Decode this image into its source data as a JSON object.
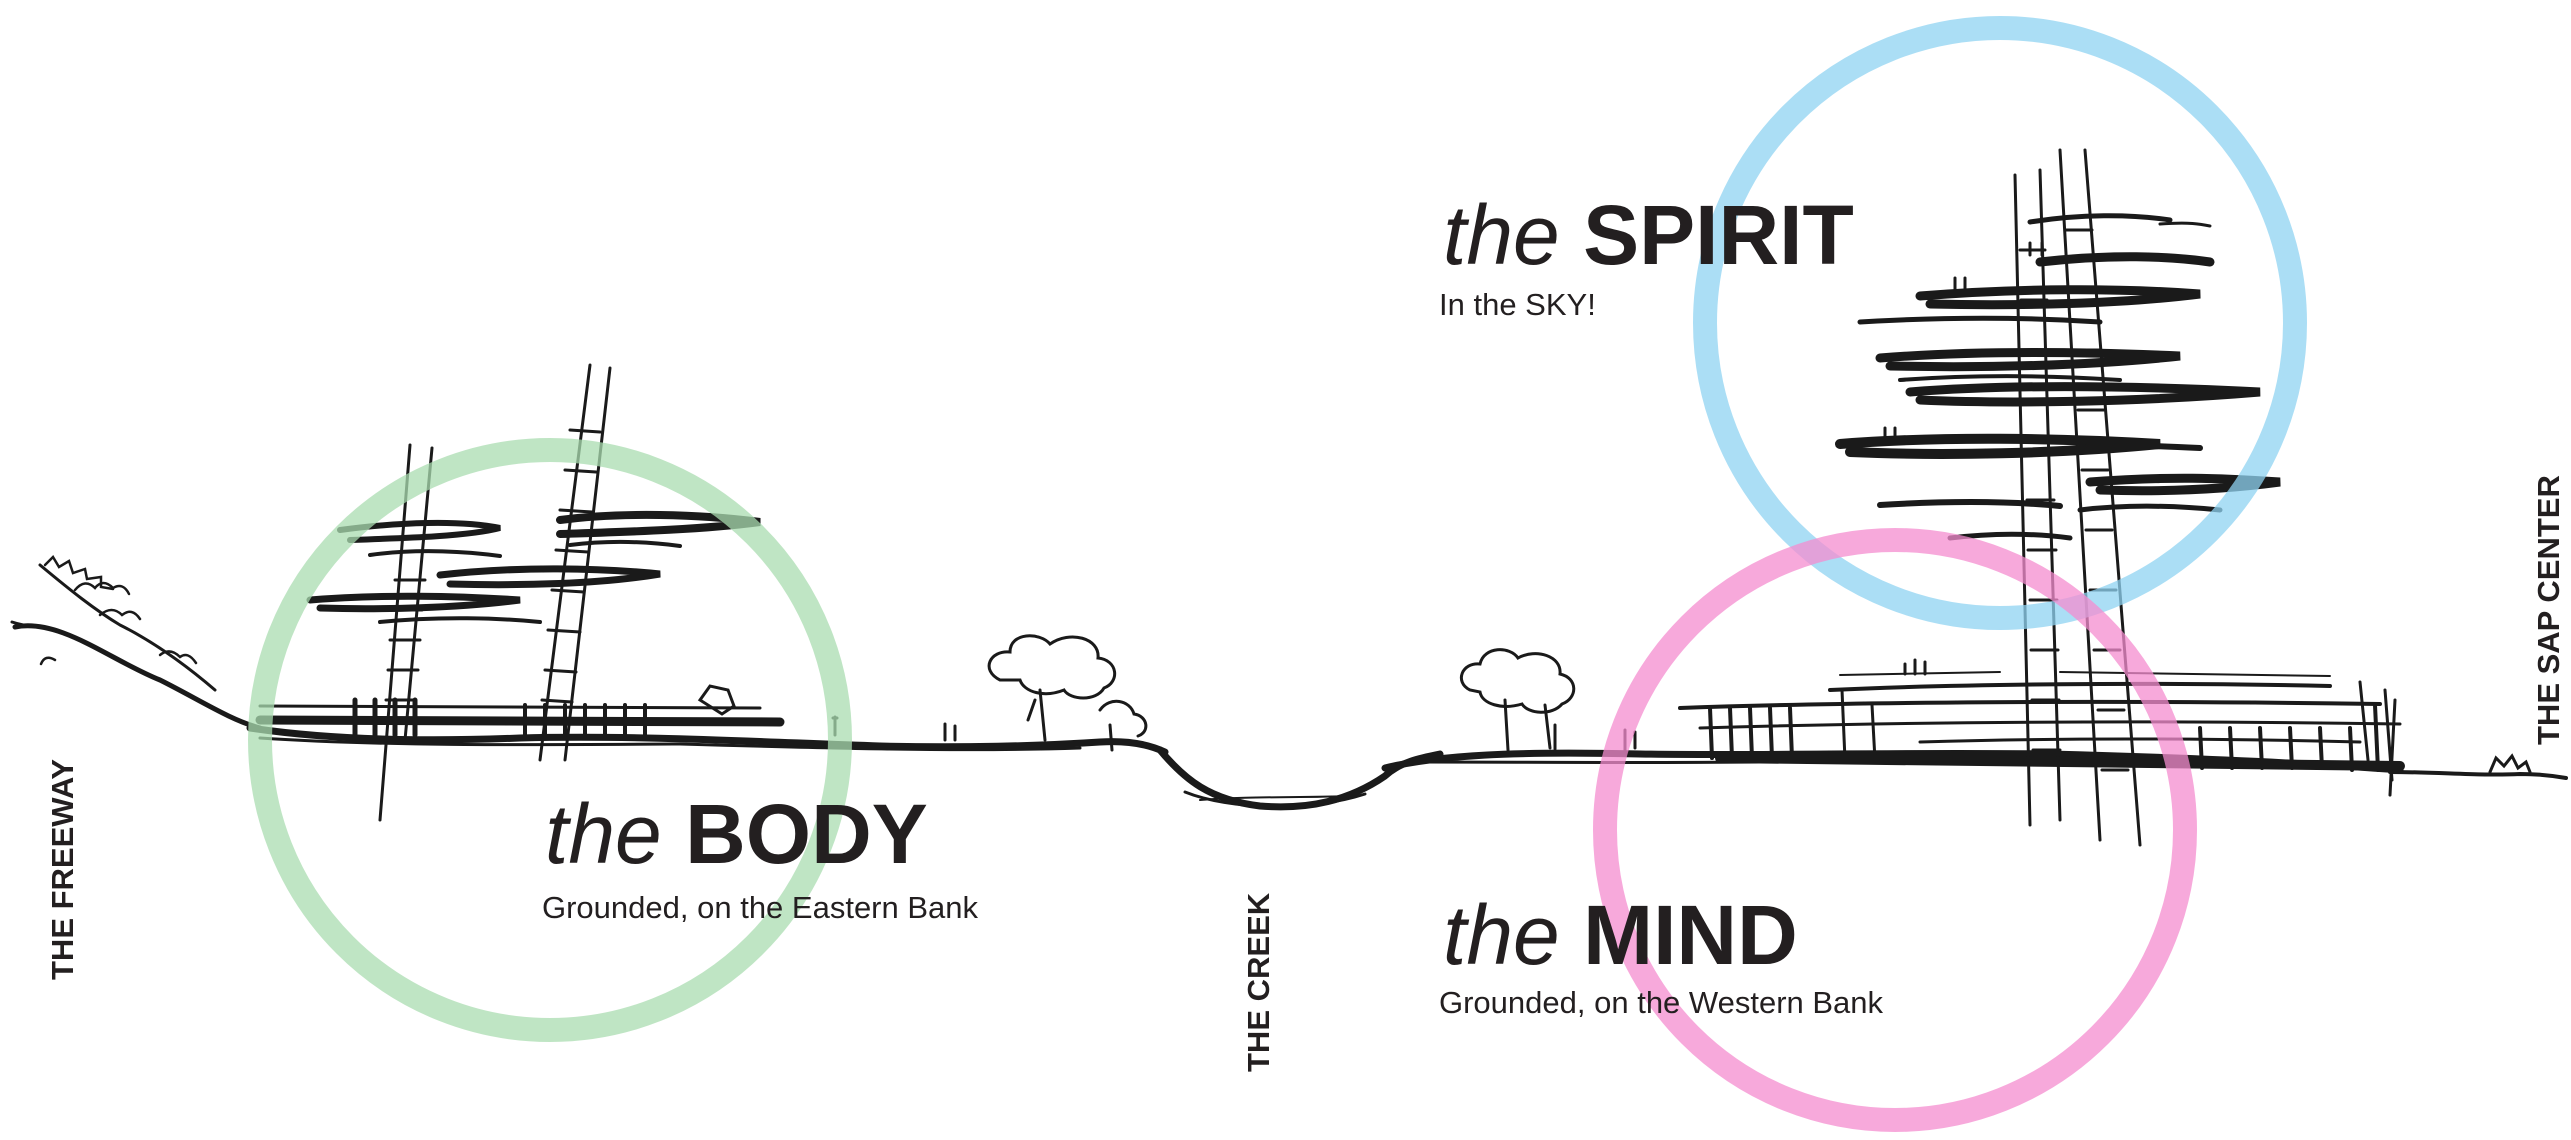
{
  "zones": {
    "body": {
      "article": "the",
      "word": "BODY",
      "subtitle": "Grounded, on the Eastern Bank"
    },
    "spirit": {
      "article": "the",
      "word": "SPIRIT",
      "subtitle": "In the SKY!"
    },
    "mind": {
      "article": "the",
      "word": "MIND",
      "subtitle": "Grounded, on the Western Bank"
    }
  },
  "landmarks": {
    "freeway": "THE FREEWAY",
    "creek": "THE CREEK",
    "sap_center": "THE SAP CENTER"
  },
  "colors": {
    "body_ring": "#a9dcb0",
    "spirit_ring": "#8fd3f1",
    "mind_ring": "#f48ccf",
    "ink": "#1a1a1a"
  }
}
